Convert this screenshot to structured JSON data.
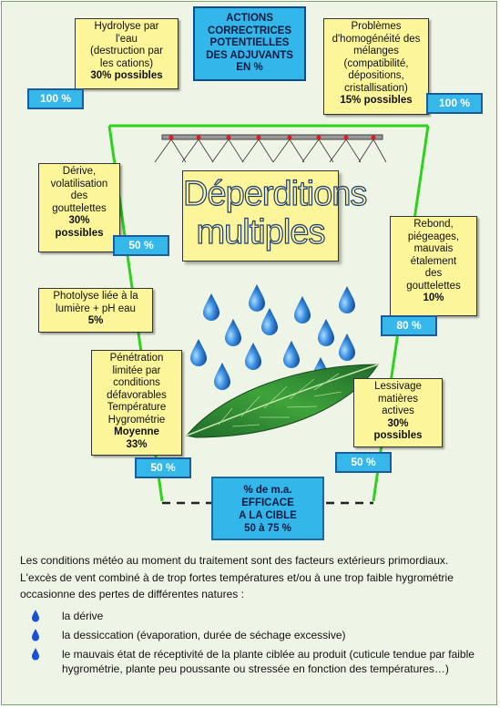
{
  "title_box": {
    "lines": [
      "ACTIONS",
      "CORRECTRICES",
      "POTENTIELLES",
      "DES ADJUVANTS",
      "EN %"
    ]
  },
  "big_title": {
    "line1": "Déperditions",
    "line2": "multiples"
  },
  "boxes": {
    "hydrolyse": {
      "lines": [
        "Hydrolyse par",
        "l'eau",
        "(destruction par",
        "les cations)"
      ],
      "bold": "30% possibles",
      "pct": "100 %"
    },
    "homogeneite": {
      "lines": [
        "Problèmes",
        "d'homogénéité des",
        "mélanges",
        "(compatibilité,",
        "dépositions,",
        "cristallisation)"
      ],
      "bold": "15% possibles",
      "pct": "100 %"
    },
    "derive": {
      "lines": [
        "Dérive,",
        "volatilisation",
        "des",
        "gouttelettes"
      ],
      "bold1": "30%",
      "bold2": "possibles",
      "pct": "50 %"
    },
    "rebond": {
      "lines": [
        "Rebond,",
        "piégeages,",
        "mauvais",
        "étalement",
        "des",
        "gouttelettes"
      ],
      "bold": "10%",
      "pct": "80 %"
    },
    "photolyse": {
      "lines": [
        "Photolyse liée à la",
        "lumière + pH eau"
      ],
      "bold": "5%"
    },
    "penetration": {
      "lines": [
        "Pénétration",
        "limitée par",
        "conditions",
        "défavorables",
        "Température",
        "Hygrométrie"
      ],
      "bold1": "Moyenne",
      "bold2": "33%",
      "pct": "50 %"
    },
    "lessivage": {
      "lines": [
        "Lessivage",
        "matières",
        "actives"
      ],
      "bold1": "30%",
      "bold2": "possibles",
      "pct": "50 %"
    }
  },
  "efficace": {
    "lines": [
      "% de m.a.",
      "EFFICACE",
      "A LA CIBLE",
      "50 à 75 %"
    ]
  },
  "text": {
    "para": "Les conditions météo au moment du traitement sont des facteurs extérieurs primordiaux. L'excès de vent combiné à de trop fortes températures et/ou à une trop faible hygrométrie occasionne des pertes de différentes natures :",
    "items": [
      "la dérive",
      "la dessiccation (évaporation, durée de séchage excessive)",
      "le mauvais état de réceptivité de la plante ciblée au produit (cuticule tendue par faible hygrométrie, plante peu poussante ou stressée en fonction des températures…)"
    ]
  },
  "colors": {
    "accent_blue": "#33b6ea",
    "box_yellow": "#fdf59a",
    "funnel_green": "#2fd11f",
    "drop_blue": "#2f7fd0"
  }
}
